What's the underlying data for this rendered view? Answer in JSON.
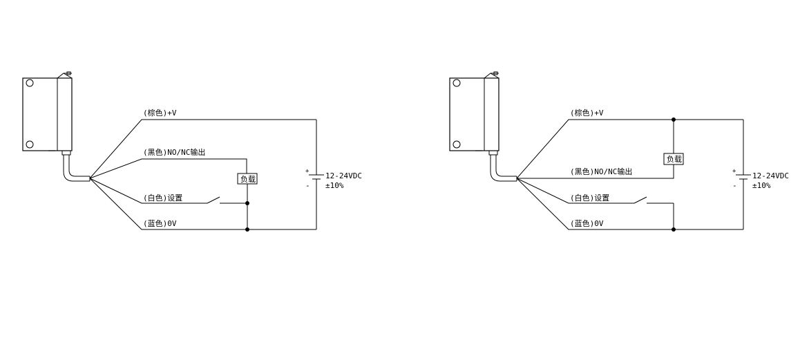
{
  "circuits": [
    {
      "wires": {
        "brown": "(棕色)+V",
        "black": "(黑色)NO/NC输出",
        "white": "(白色)设置",
        "blue": "(蓝色)0V"
      },
      "load_label": "负载",
      "supply": {
        "plus": "+",
        "minus": "-",
        "voltage": "12-24VDC",
        "tolerance": "±10%"
      }
    },
    {
      "wires": {
        "brown": "(棕色)+V",
        "black": "(黑色)NO/NC输出",
        "white": "(白色)设置",
        "blue": "(蓝色)0V"
      },
      "load_label": "负载",
      "supply": {
        "plus": "+",
        "minus": "-",
        "voltage": "12-24VDC",
        "tolerance": "±10%"
      }
    }
  ]
}
